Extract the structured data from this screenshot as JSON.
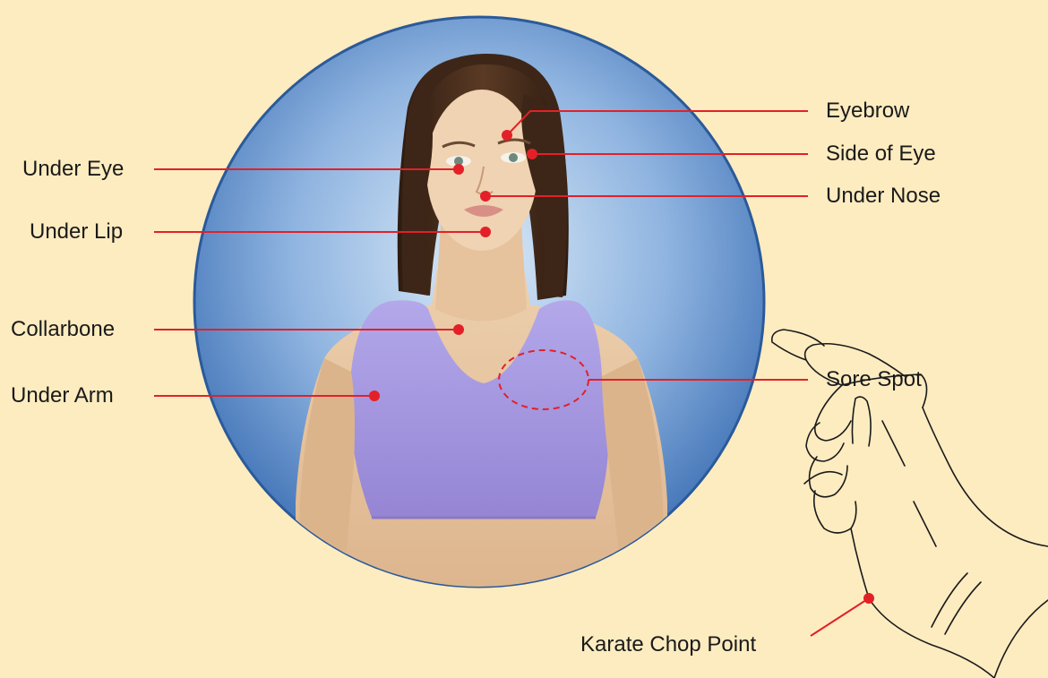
{
  "colors": {
    "background": "#fdecc0",
    "circle_outer": "#2d5fa0",
    "circle_inner": "#cfe4f7",
    "point": "#e32028",
    "leader": "#e32028",
    "top": "#a79be0",
    "skin": "#e3bc95",
    "hair": "#3a2416"
  },
  "points": {
    "eyebrow": "Eyebrow",
    "side_of_eye": "Side of Eye",
    "under_nose": "Under Nose",
    "under_eye": "Under Eye",
    "under_lip": "Under Lip",
    "collarbone": "Collarbone",
    "under_arm": "Under Arm",
    "sore_spot": "Sore Spot",
    "karate_chop": "Karate Chop Point"
  },
  "icons": {
    "figure": "woman-torso-figure",
    "hand": "hand-line-drawing"
  }
}
